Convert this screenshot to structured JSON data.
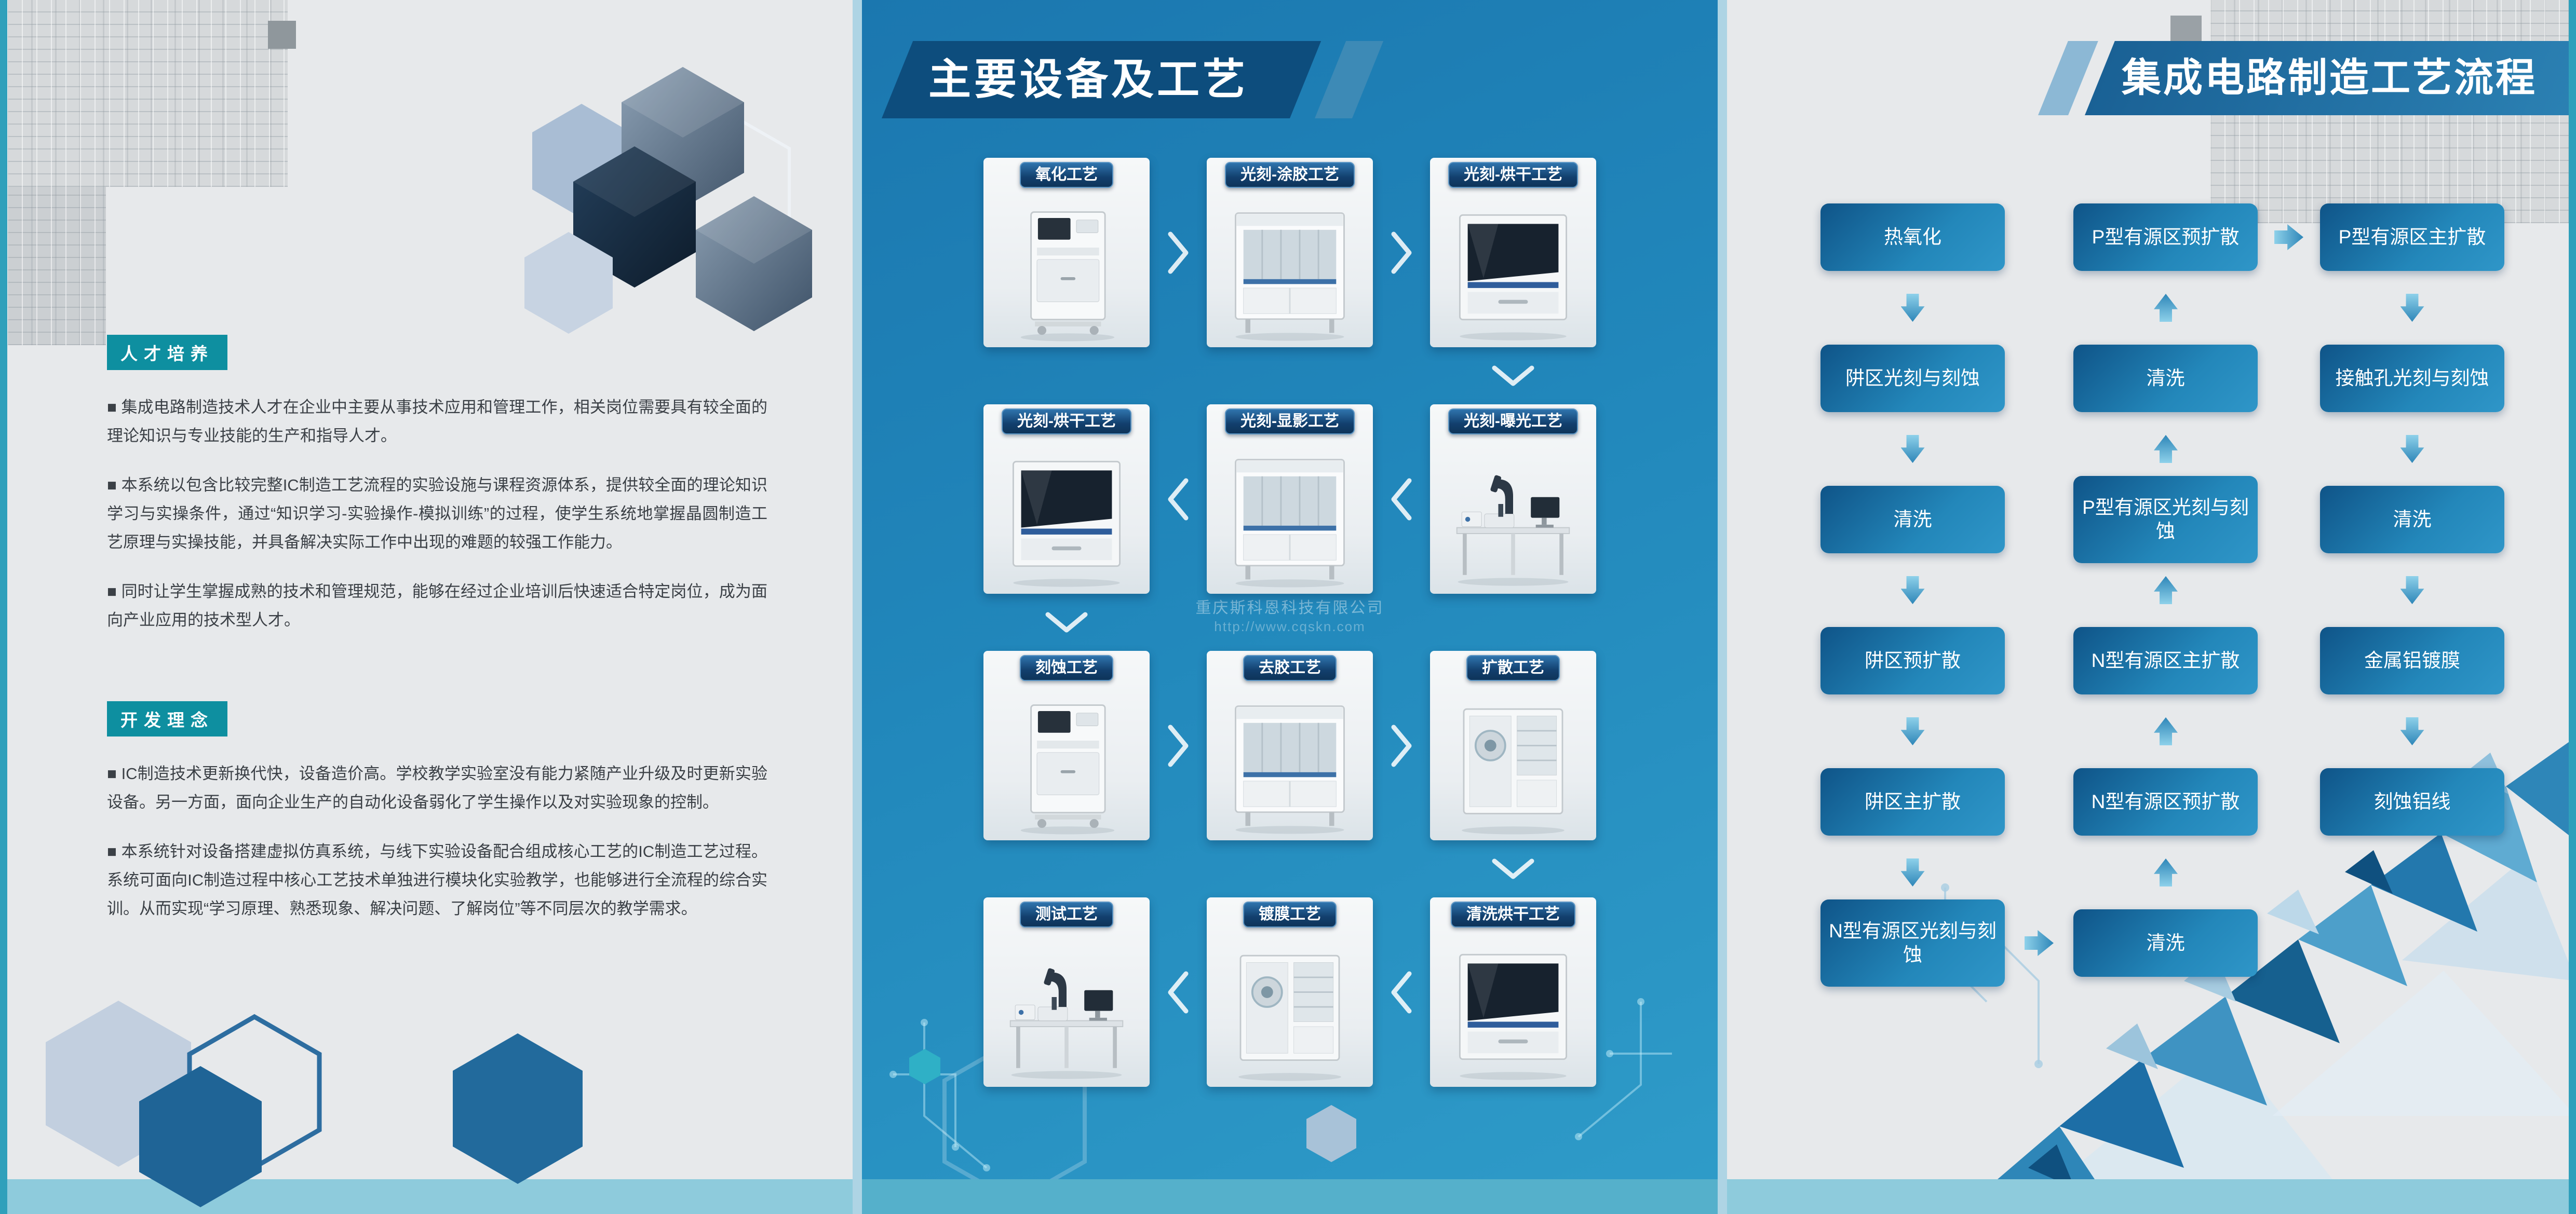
{
  "left_panel": {
    "sections": [
      {
        "badge": "人才培养",
        "paragraphs": [
          "■  集成电路制造技术人才在企业中主要从事技术应用和管理工作，相关岗位需要具有较全面的理论知识与专业技能的生产和指导人才。",
          "■  本系统以包含比较完整IC制造工艺流程的实验设施与课程资源体系，提供较全面的理论知识学习与实操条件，通过“知识学习-实验操作-模拟训练”的过程，使学生系统地掌握晶圆制造工艺原理与实操技能，并具备解决实际工作中出现的难题的较强工作能力。",
          "■  同时让学生掌握成熟的技术和管理规范，能够在经过企业培训后快速适合特定岗位，成为面向产业应用的技术型人才。"
        ]
      },
      {
        "badge": "开发理念",
        "paragraphs": [
          "■  IC制造技术更新换代快，设备造价高。学校教学实验室没有能力紧随产业升级及时更新实验设备。另一方面，面向企业生产的自动化设备弱化了学生操作以及对实验现象的控制。",
          "■  本系统针对设备搭建虚拟仿真系统，与线下实验设备配合组成核心工艺的IC制造工艺过程。系统可面向IC制造过程中核心工艺技术单独进行模块化实验教学，也能够进行全流程的综合实训。从而实现“学习原理、熟悉现象、解决问题、了解岗位”等不同层次的教学需求。"
        ]
      }
    ]
  },
  "middle_panel": {
    "title": "主要设备及工艺",
    "equipment": [
      {
        "label": "氧化工艺",
        "variant": "cabinet"
      },
      {
        "label": "光刻-涂胶工艺",
        "variant": "hood"
      },
      {
        "label": "光刻-烘干工艺",
        "variant": "darkhood"
      },
      {
        "label": "光刻-烘干工艺",
        "variant": "darkhood"
      },
      {
        "label": "光刻-显影工艺",
        "variant": "hood"
      },
      {
        "label": "光刻-曝光工艺",
        "variant": "bench"
      },
      {
        "label": "刻蚀工艺",
        "variant": "cabinet"
      },
      {
        "label": "去胶工艺",
        "variant": "hood"
      },
      {
        "label": "扩散工艺",
        "variant": "coater"
      },
      {
        "label": "测试工艺",
        "variant": "bench"
      },
      {
        "label": "镀膜工艺",
        "variant": "coater"
      },
      {
        "label": "清洗烘干工艺",
        "variant": "darkhood"
      }
    ],
    "flow_row_directions": [
      "right",
      "left",
      "right",
      "left"
    ],
    "watermark": {
      "line1": "重庆斯科恩科技有限公司",
      "line2": "http://www.cqskn.com"
    }
  },
  "right_panel": {
    "title": "集成电路制造工艺流程",
    "flow_columns": [
      {
        "direction": "down",
        "boxes": [
          {
            "text": "热氧化"
          },
          {
            "text": "阱区光刻与刻蚀"
          },
          {
            "text": "清洗"
          },
          {
            "text": "阱区预扩散"
          },
          {
            "text": "阱区主扩散"
          },
          {
            "text": "N型有源区光刻与刻蚀",
            "tall": true
          }
        ]
      },
      {
        "direction": "up",
        "boxes": [
          {
            "text": "P型有源区预扩散"
          },
          {
            "text": "清洗"
          },
          {
            "text": "P型有源区光刻与刻蚀",
            "tall": true
          },
          {
            "text": "N型有源区主扩散"
          },
          {
            "text": "N型有源区预扩散"
          },
          {
            "text": "清洗"
          }
        ]
      },
      {
        "direction": "down",
        "boxes": [
          {
            "text": "P型有源区主扩散"
          },
          {
            "text": "接触孔光刻与刻蚀"
          },
          {
            "text": "清洗"
          },
          {
            "text": "金属铝镀膜"
          },
          {
            "text": "刻蚀铝线"
          }
        ]
      }
    ],
    "connectors": [
      {
        "position": "top",
        "from": "P型有源区预扩散",
        "to": "P型有源区主扩散",
        "direction": "right"
      },
      {
        "position": "bottom",
        "from": "N型有源区光刻与刻蚀",
        "to": "清洗",
        "direction": "right"
      }
    ]
  },
  "colors": {
    "accent_teal": "#0e8fa0",
    "panel_blue": "#2187bb",
    "banner_navy": "#0d4d7d",
    "flow_box_dark": "#0f5488",
    "flow_box_light": "#2f96c8",
    "band_teal": "#8ecbdc"
  }
}
